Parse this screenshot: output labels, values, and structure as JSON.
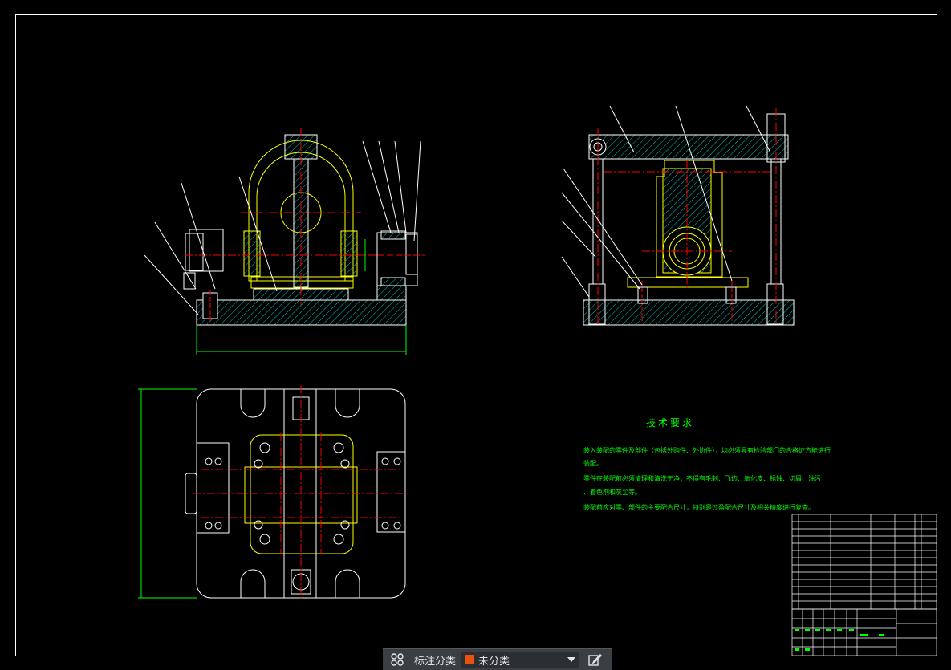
{
  "colors": {
    "background": "#000000",
    "frame": "#ffffff",
    "hatch": "#00cccc",
    "yellow": "#ffff00",
    "red": "#ff0000",
    "green": "#00ff00",
    "white": "#ffffff",
    "toolbar_bg": "#3b3f44",
    "swatch": "#e8520e"
  },
  "technical_requirements": {
    "title": "技术要求",
    "lines": [
      "装入装配的零件及部件（包括外购件、外协件），均必须具有检验部门的合格证方能进行",
      "装配。",
      "零件在装配前必须清理和清洗干净，不得有毛刺、飞边、氧化皮、锈蚀、切屑、油污",
      "、着色剂和灰尘等。",
      "装配前应对零、部件的主要配合尺寸，特别是过盈配合尺寸及相关精度进行复查。"
    ]
  },
  "toolbar": {
    "grid_icon": "grid-icon",
    "label": "标注分类",
    "select_value": "未分类",
    "swatch_color": "#e8520e",
    "chevron_icon": "chevron-down-icon",
    "edit_icon": "edit-icon"
  }
}
